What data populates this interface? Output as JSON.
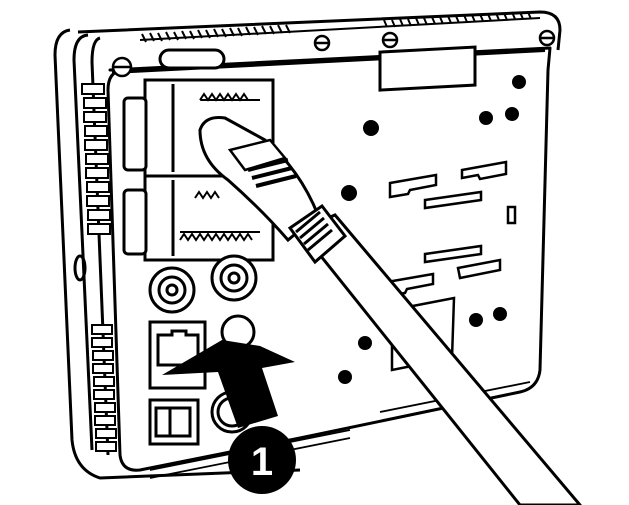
{
  "figure": {
    "description": "Line illustration of the rear of a panel device with a cable plug being inserted into the top terminal connector",
    "step_callout": {
      "label": "1"
    },
    "colors": {
      "line": "#000000",
      "background": "#ffffff",
      "callout_fill": "#000000",
      "callout_text": "#ffffff"
    },
    "parts": [
      "device-housing",
      "top-vent-grille",
      "side-vent-grille",
      "bottom-vent-grille",
      "label-plate",
      "terminal-connector-upper",
      "terminal-connector-lower",
      "bnc-connectors",
      "ethernet-port",
      "power-switch",
      "round-port",
      "cable-plug",
      "cable",
      "insertion-arrow"
    ]
  }
}
